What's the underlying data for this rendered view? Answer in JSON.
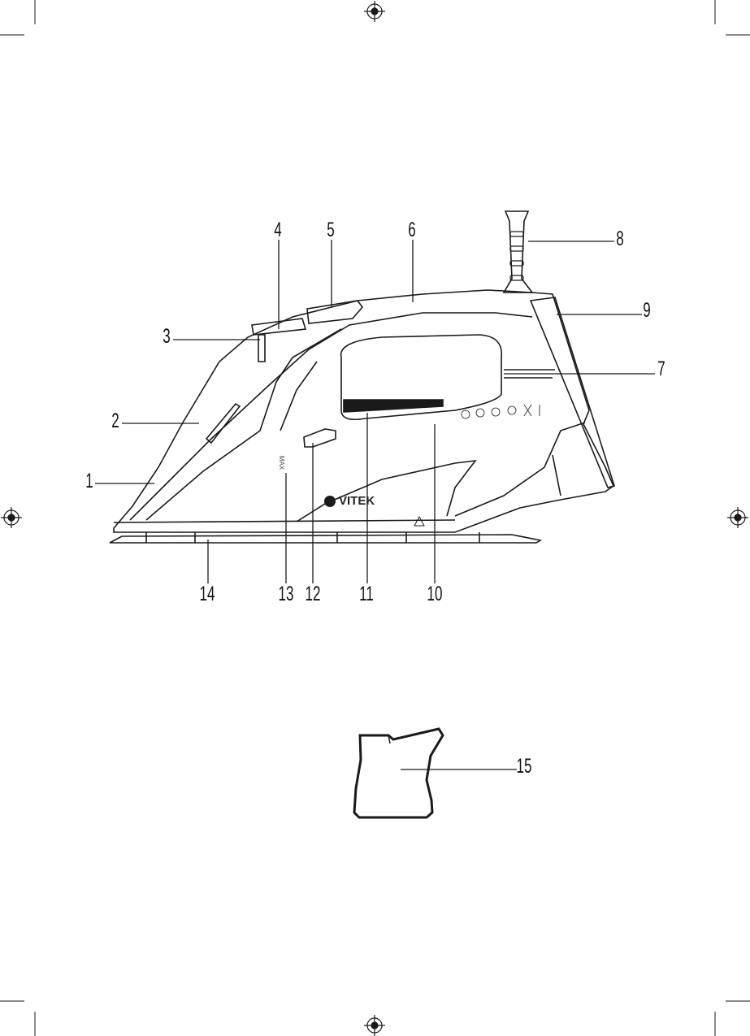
{
  "diagram": {
    "brand_logo": "VITEK",
    "max_mark": "MAX",
    "callouts": [
      "1",
      "2",
      "3",
      "4",
      "5",
      "6",
      "7",
      "8",
      "9",
      "10",
      "11",
      "12",
      "13",
      "14",
      "15"
    ]
  },
  "colors": {
    "line": "#1a1a1a",
    "background": "#ffffff"
  }
}
